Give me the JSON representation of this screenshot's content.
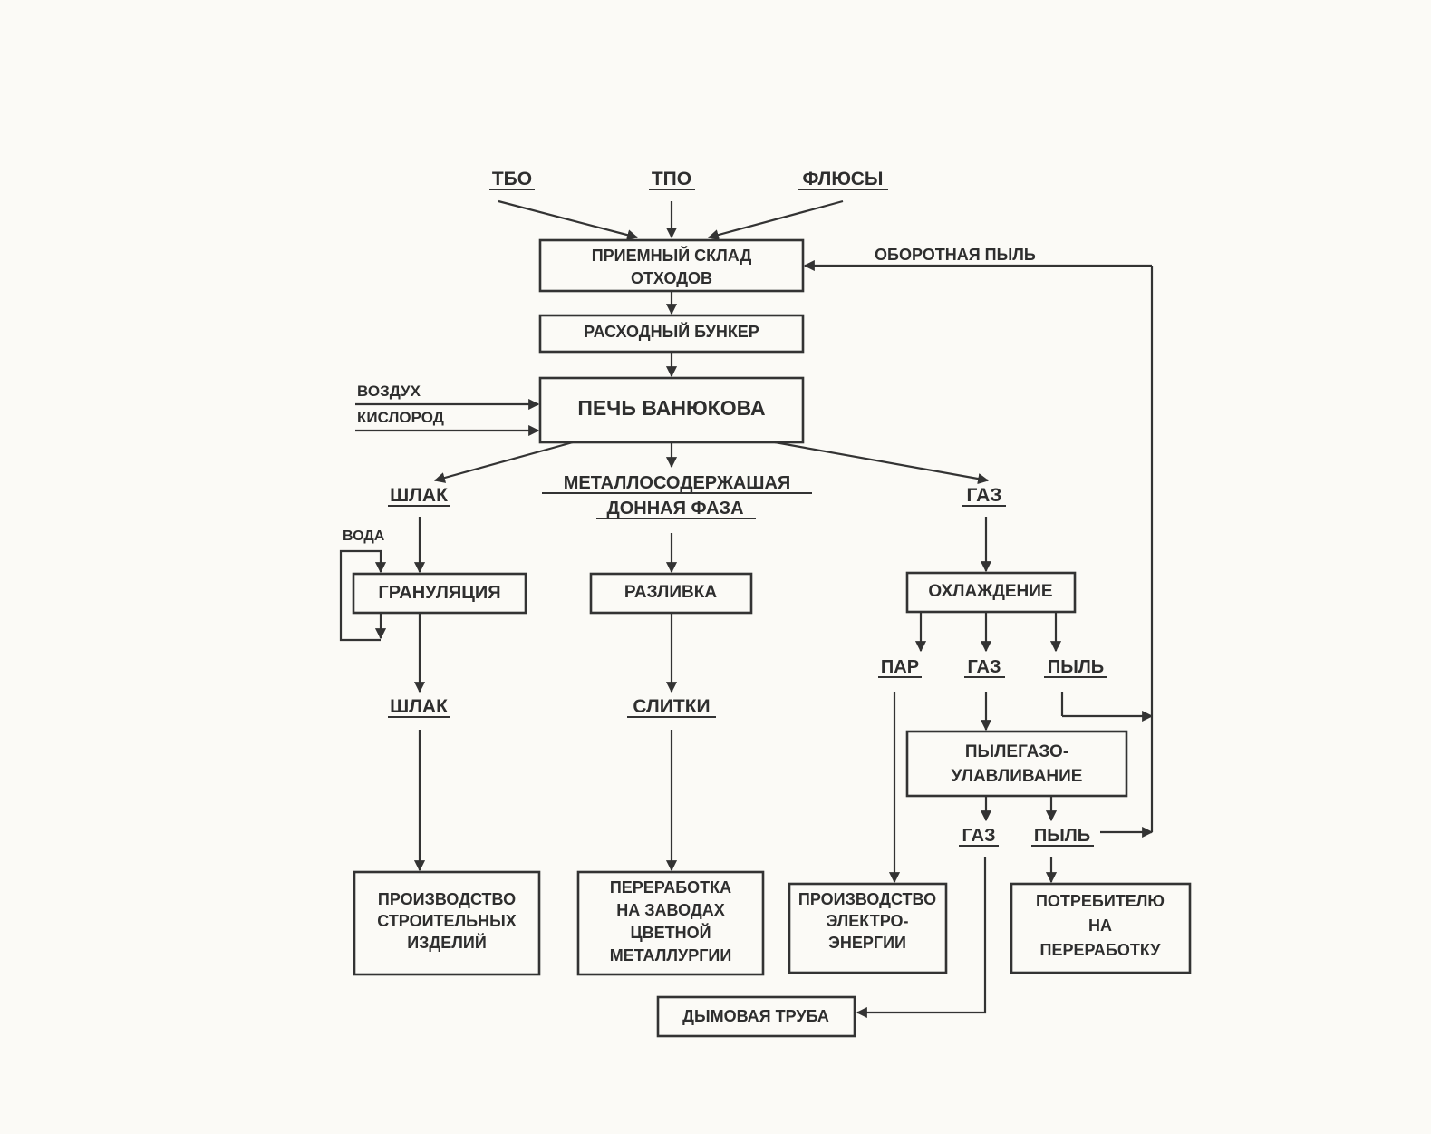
{
  "colors": {
    "paper": "#fbfaf6",
    "ink": "#333333"
  },
  "inputs": {
    "tbo": "ТБО",
    "tpo": "ТПО",
    "flux": "ФЛЮСЫ"
  },
  "boxes": {
    "warehouse_l1": "ПРИЕМНЫЙ СКЛАД",
    "warehouse_l2": "ОТХОДОВ",
    "bunker": "РАСХОДНЫЙ БУНКЕР",
    "furnace": "ПЕЧЬ ВАНЮКОВА",
    "granulation": "ГРАНУЛЯЦИЯ",
    "casting": "РАЗЛИВКА",
    "cooling": "ОХЛАЖДЕНИЕ",
    "dust_gas_l1": "ПЫЛЕГАЗО-",
    "dust_gas_l2": "УЛАВЛИВАНИЕ",
    "building_l1": "ПРОИЗВОДСТВО",
    "building_l2": "СТРОИТЕЛЬНЫХ",
    "building_l3": "ИЗДЕЛИЙ",
    "nonferrous_l1": "ПЕРЕРАБОТКА",
    "nonferrous_l2": "НА ЗАВОДАХ",
    "nonferrous_l3": "ЦВЕТНОЙ",
    "nonferrous_l4": "МЕТАЛЛУРГИИ",
    "power_l1": "ПРОИЗВОДСТВО",
    "power_l2": "ЭЛЕКТРО-",
    "power_l3": "ЭНЕРГИИ",
    "consumer_l1": "ПОТРЕБИТЕЛЮ",
    "consumer_l2": "НА",
    "consumer_l3": "ПЕРЕРАБОТКУ",
    "chimney": "ДЫМОВАЯ ТРУБА"
  },
  "labels": {
    "recycled_dust": "ОБОРОТНАЯ ПЫЛЬ",
    "air": "ВОЗДУХ",
    "oxygen": "КИСЛОРОД",
    "slag": "ШЛАК",
    "metal_phase_l1": "МЕТАЛЛОСОДЕРЖАШАЯ",
    "metal_phase_l2": "ДОННАЯ ФАЗА",
    "gas": "ГАЗ",
    "water": "ВОДА",
    "steam": "ПАР",
    "gas_cooled": "ГАЗ",
    "dust": "ПЫЛЬ",
    "slag_out": "ШЛАК",
    "ingots": "СЛИТКИ",
    "gas_clean": "ГАЗ",
    "dust_captured": "ПЫЛЬ"
  }
}
